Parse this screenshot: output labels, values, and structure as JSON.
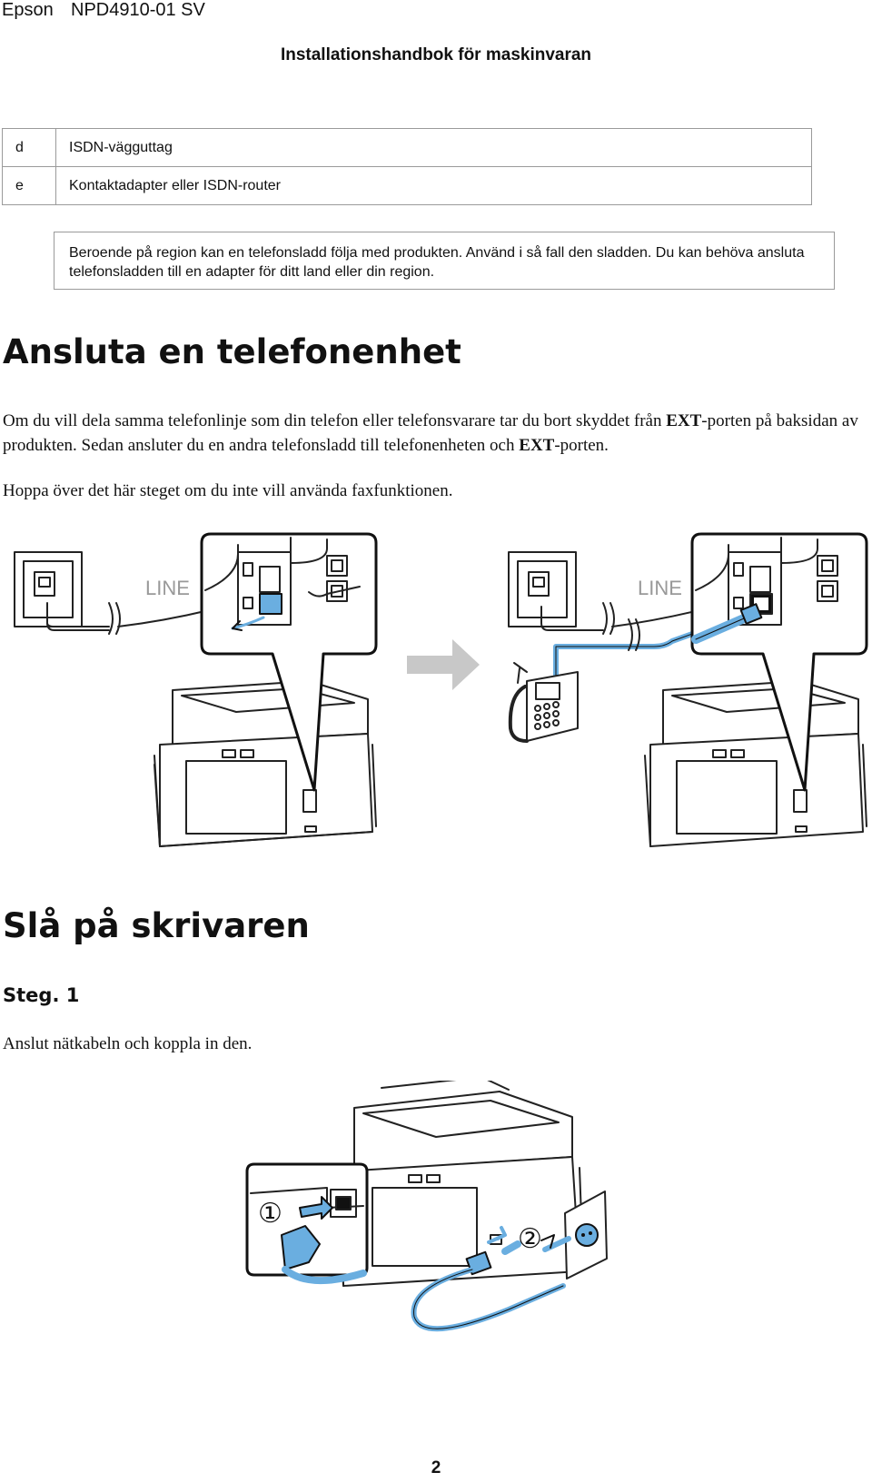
{
  "header": {
    "brand": "Epson",
    "doc_code": "NPD4910-01 SV",
    "title": "Installationshandbok för maskinvaran"
  },
  "legend_table": [
    {
      "key": "d",
      "label": "ISDN-vägguttag"
    },
    {
      "key": "e",
      "label": "Kontaktadapter eller ISDN-router"
    }
  ],
  "note": "Beroende på region kan en telefonsladd följa med produkten. Använd i så fall den sladden. Du kan behöva ansluta telefonsladden till en adapter för ditt land eller din region.",
  "section_phone": {
    "heading": "Ansluta en telefonenhet",
    "para1_a": "Om du vill dela samma telefonlinje som din telefon eller telefonsvarare tar du bort skyddet från ",
    "ext_1": "EXT",
    "para1_b": "-porten på baksidan av produkten. Sedan ansluter du en andra telefonsladd till telefonenheten och ",
    "ext_2": "EXT",
    "para1_c": "-porten.",
    "para2": "Hoppa över det här steget om du inte vill använda faxfunktionen."
  },
  "figure_phone": {
    "cable_label_left": "LINE",
    "cable_label_right": "LINE",
    "icons": [
      "wall-jack-icon",
      "printer-icon",
      "arrow-right-icon",
      "telephone-icon"
    ],
    "colors": {
      "cable_blue": "#6aaee0",
      "arrow_gray": "#c8c8c8",
      "line_art": "#222222"
    }
  },
  "section_power": {
    "heading": "Slå på skrivaren",
    "step_label": "Steg. 1",
    "instruction": "Anslut nätkabeln och koppla in den."
  },
  "figure_power": {
    "callout_1": "①",
    "callout_2": "②",
    "icons": [
      "printer-icon",
      "power-plug-icon",
      "power-outlet-icon"
    ]
  },
  "page_number": "2"
}
